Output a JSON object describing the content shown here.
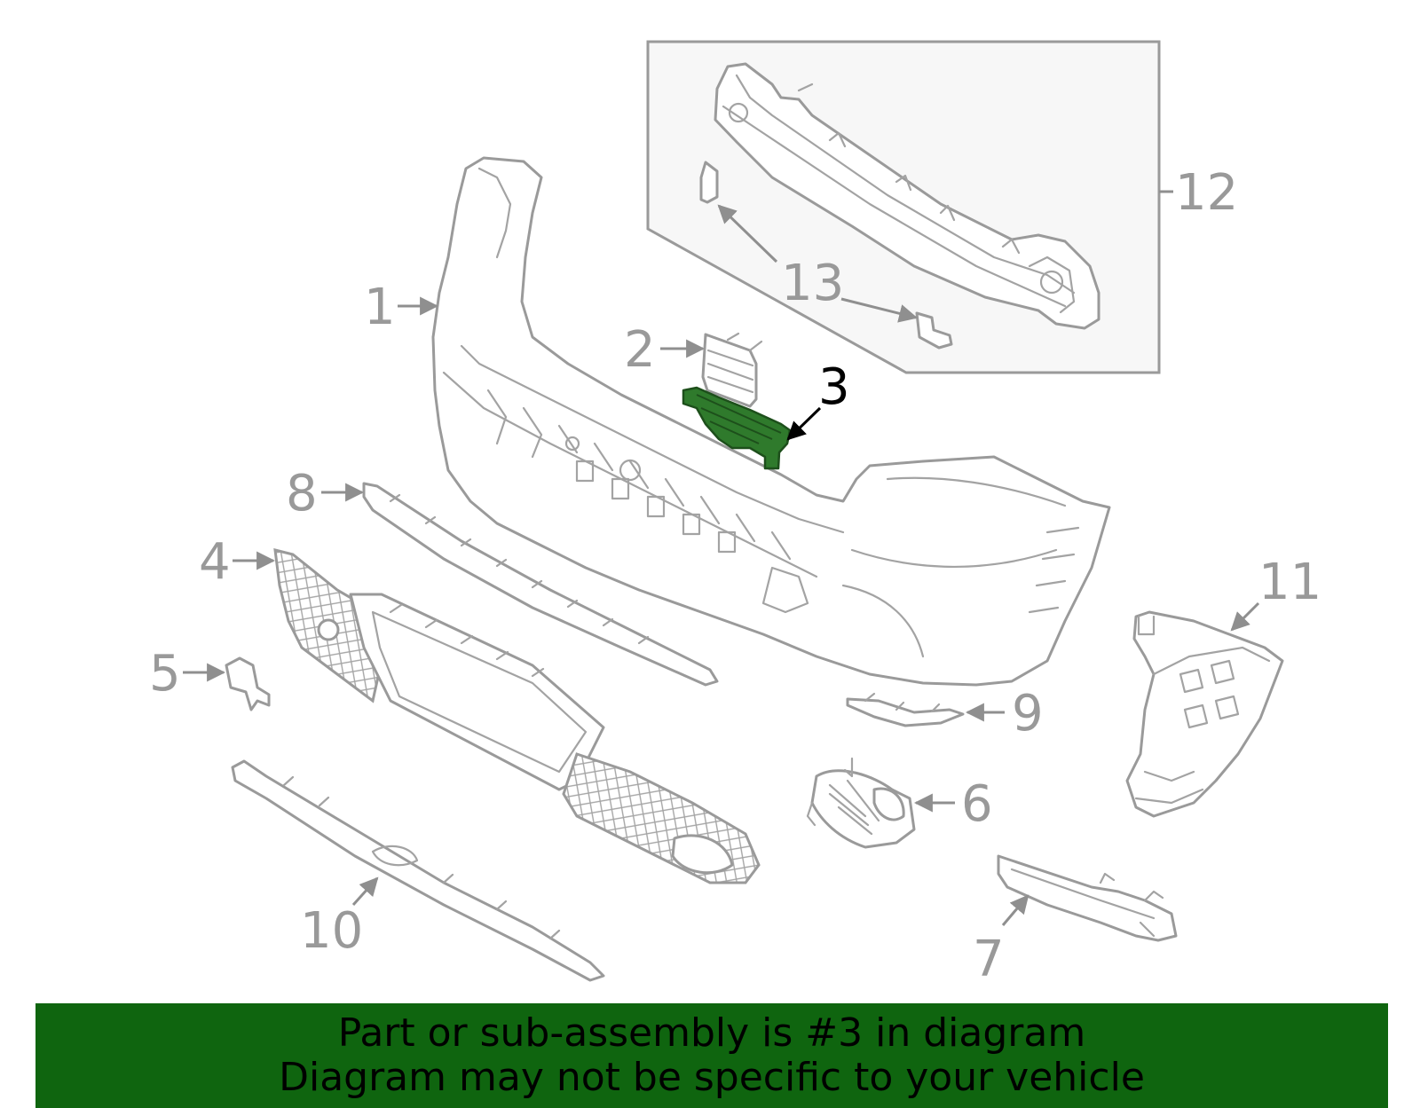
{
  "callouts": [
    {
      "id": "1",
      "label": "1"
    },
    {
      "id": "2",
      "label": "2"
    },
    {
      "id": "3",
      "label": "3",
      "highlighted": true
    },
    {
      "id": "4",
      "label": "4"
    },
    {
      "id": "5",
      "label": "5"
    },
    {
      "id": "6",
      "label": "6"
    },
    {
      "id": "7",
      "label": "7"
    },
    {
      "id": "8",
      "label": "8"
    },
    {
      "id": "9",
      "label": "9"
    },
    {
      "id": "10",
      "label": "10"
    },
    {
      "id": "11",
      "label": "11"
    },
    {
      "id": "12",
      "label": "12"
    },
    {
      "id": "13",
      "label": "13"
    }
  ],
  "banner": {
    "line1": "Part or sub-assembly is #3 in diagram",
    "line2": "Diagram may not be specific to your vehicle"
  },
  "colors": {
    "highlight_part": "#2f7a2c",
    "banner_bg": "#0f650f",
    "line_gray": "#9a9a9a"
  }
}
